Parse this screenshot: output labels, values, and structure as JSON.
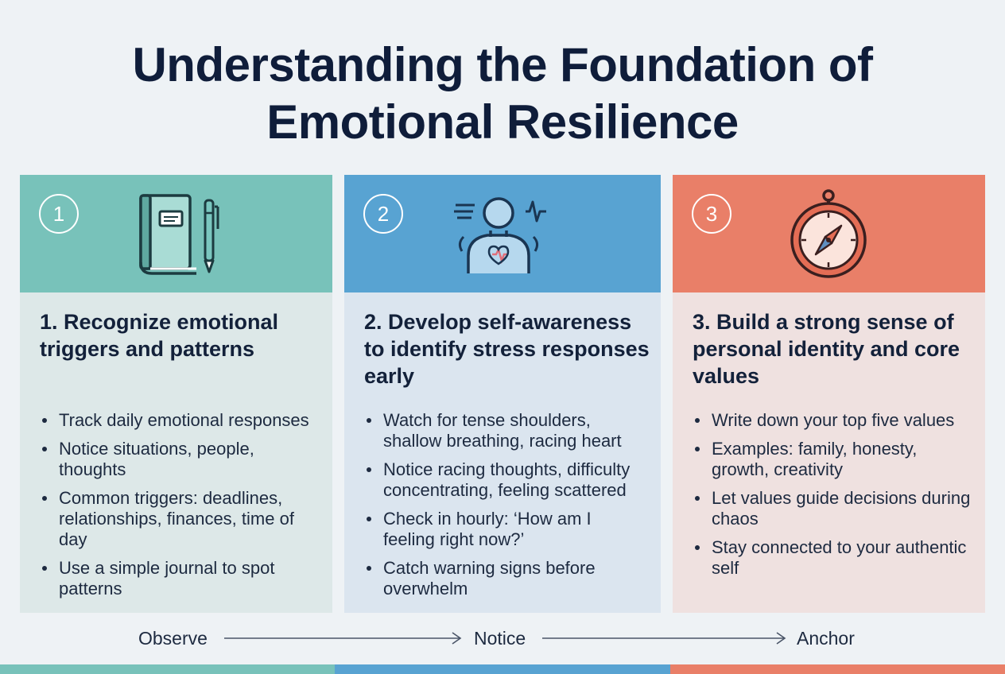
{
  "title_line1": "Understanding the Foundation of",
  "title_line2": "Emotional Resilience",
  "cards": [
    {
      "number": "1",
      "heading": "1. Recognize emotional triggers and patterns",
      "icon": "journal-and-pen-icon",
      "head_color": "#78c2ba",
      "body_color": "#dde8e8",
      "bullets": [
        "Track daily emotional responses",
        "Notice situations, people, thoughts",
        "Common triggers: deadlines, relationships, finances, time of day",
        "Use a simple journal to spot patterns"
      ]
    },
    {
      "number": "2",
      "heading": "2. Develop self-awareness to identify stress responses early",
      "icon": "person-heartbeat-icon",
      "head_color": "#58a3d2",
      "body_color": "#dbe5ef",
      "bullets": [
        "Watch for tense shoulders, shallow breathing, racing heart",
        "Notice racing thoughts, difficulty concentrating, feeling scattered",
        "Check in hourly: ‘How am I feeling right now?’",
        "Catch warning signs before overwhelm"
      ]
    },
    {
      "number": "3",
      "heading": "3. Build a strong sense of personal identity and core values",
      "icon": "compass-icon",
      "head_color": "#e97f68",
      "body_color": "#efe1e0",
      "bullets": [
        "Write down your top five values",
        "Examples: family, honesty, growth, creativity",
        "Let values guide decisions during chaos",
        "Stay connected to your authentic self"
      ]
    }
  ],
  "flow": {
    "step1": "Observe",
    "step2": "Notice",
    "step3": "Anchor"
  }
}
